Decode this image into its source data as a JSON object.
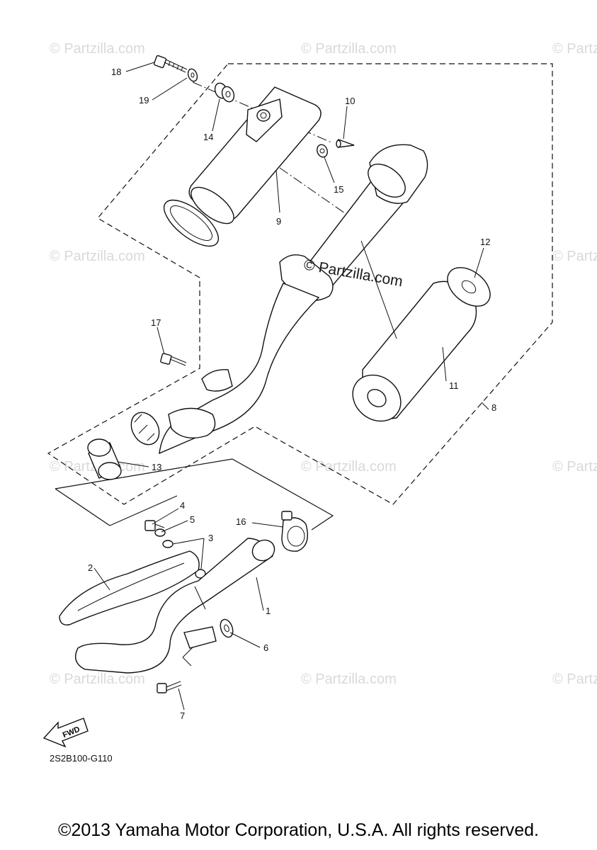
{
  "watermarks": {
    "text": "© Partzilla.com",
    "main_text": "© Partzilla.com"
  },
  "callouts": {
    "c1": "1",
    "c2": "2",
    "c3": "3",
    "c4": "4",
    "c5": "5",
    "c6": "6",
    "c7": "7",
    "c8": "8",
    "c9": "9",
    "c10": "10",
    "c11": "11",
    "c12": "12",
    "c13": "13",
    "c14": "14",
    "c15": "15",
    "c16": "16",
    "c17": "17",
    "c18": "18",
    "c19": "19"
  },
  "fwd_label": "FWD",
  "diagram_code": "2S2B100-G110",
  "copyright": "©2013 Yamaha Motor Corporation, U.S.A. All rights reserved."
}
